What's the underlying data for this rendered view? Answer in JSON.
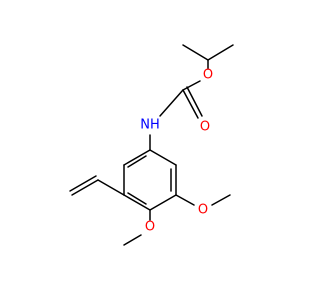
{
  "molecule": {
    "atoms": {
      "NH": {
        "text": "NH",
        "color": "#0000ff"
      },
      "O_ester": {
        "text": "O",
        "color": "#ff0000"
      },
      "O_carbonyl": {
        "text": "O",
        "color": "#ff0000"
      },
      "O_methoxy_right": {
        "text": "O",
        "color": "#ff0000"
      },
      "O_methoxy_bottom": {
        "text": "O",
        "color": "#ff0000"
      }
    },
    "bond_color": "#000000"
  }
}
